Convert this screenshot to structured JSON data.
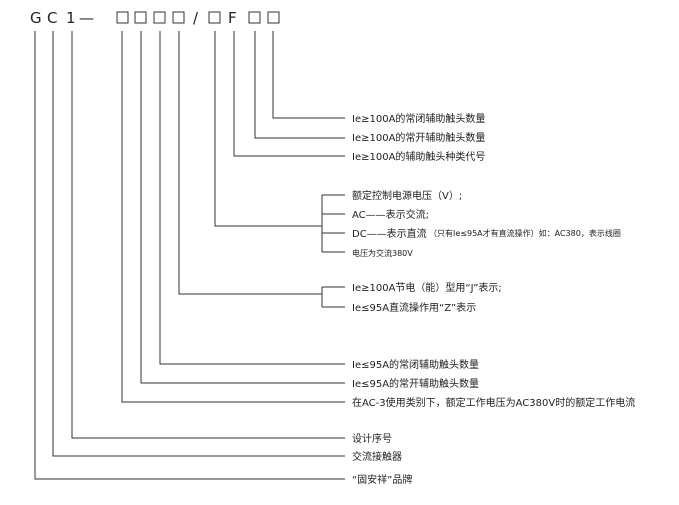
{
  "model_code": {
    "prefix_letters": [
      "G",
      "C",
      "1"
    ],
    "dash": "—",
    "slash": "/",
    "letter_f": "F"
  },
  "descriptions": {
    "nc_aux_ge100": "Ie≥100A的常闭辅助触头数量",
    "no_aux_ge100": "Ie≥100A的常开辅助触头数量",
    "aux_type_ge100": "Ie≥100A的辅助触头种类代号",
    "control_voltage": {
      "line1": "额定控制电源电压（V）;",
      "line2": "AC——表示交流;",
      "line3_main": "DC——表示直流",
      "line3_note": "（只有Ie≤95A才有直流操作）如：AC380，表示线圈",
      "line4": "电压为交流380V"
    },
    "energy_saving": {
      "line1": "Ie≥100A节电（能）型用“J”表示;",
      "line2": "Ie≤95A直流操作用“Z”表示"
    },
    "nc_aux_le95": "Ie≤95A的常闭辅助触头数量",
    "no_aux_le95": "Ie≤95A的常开辅助触头数量",
    "rated_current": "在AC-3使用类别下，额定工作电压为AC380V时的额定工作电流",
    "design_serial": "设计序号",
    "ac_contactor": "交流接触器",
    "brand": "“固安祥”品牌"
  }
}
